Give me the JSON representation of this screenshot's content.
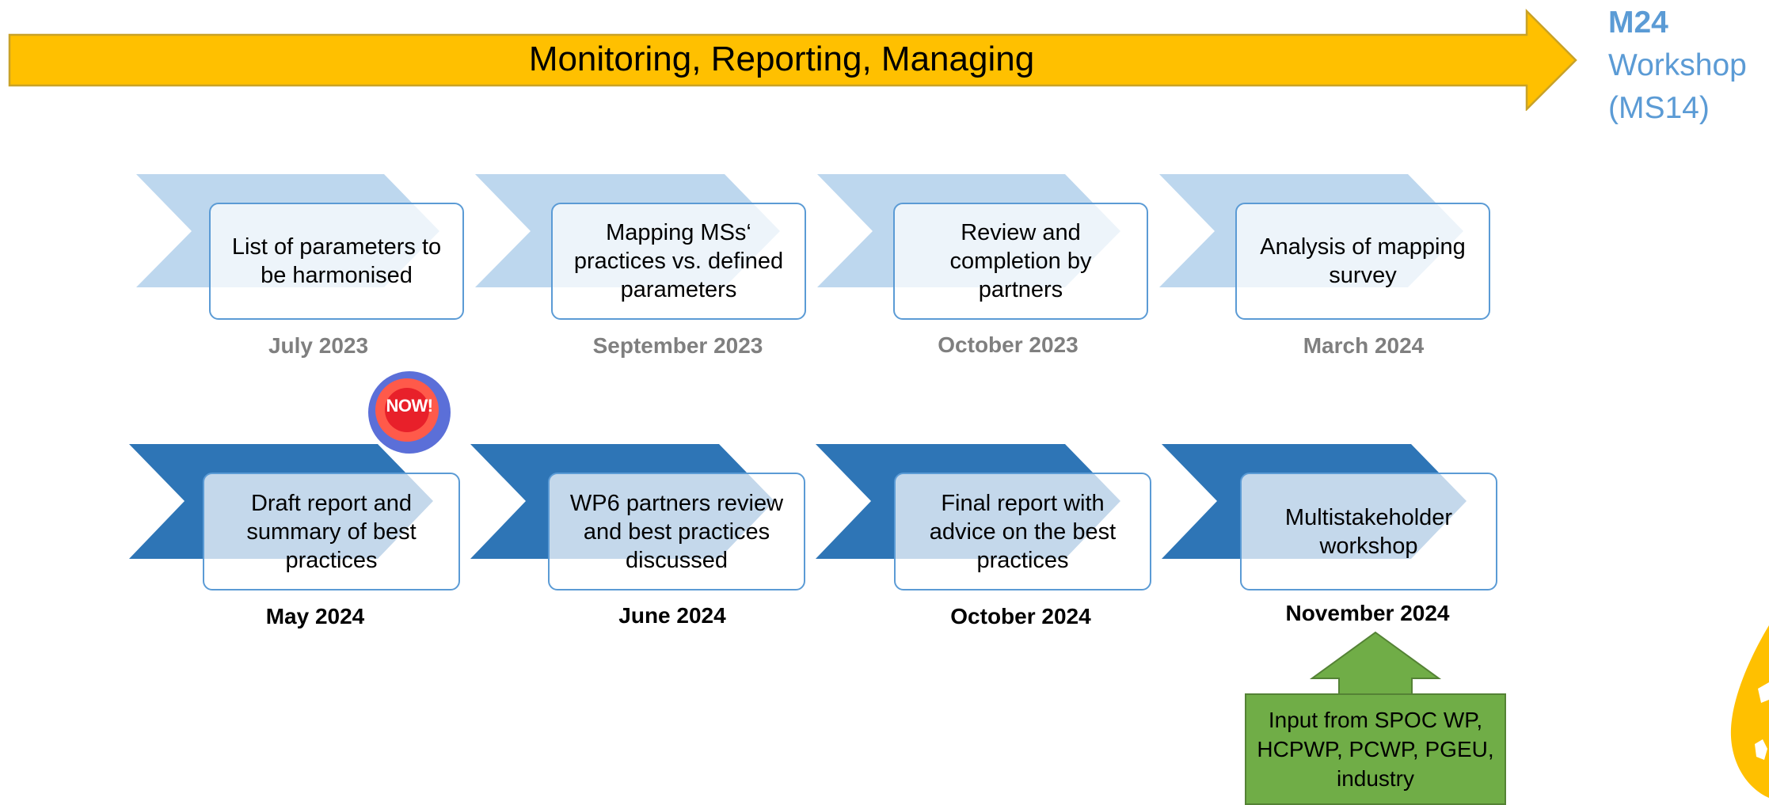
{
  "banner": {
    "label": "Monitoring, Reporting, Managing"
  },
  "milestone": {
    "line1": "M24",
    "line2": "Workshop",
    "line3": "(MS14)"
  },
  "badge": {
    "text": "NOW!"
  },
  "row1": [
    {
      "text": "List of parameters to be harmonised",
      "date": "July 2023"
    },
    {
      "text": "Mapping MSs‘ practices vs. defined parameters",
      "date": "September 2023"
    },
    {
      "text": "Review and completion by partners",
      "date": "October 2023"
    },
    {
      "text": "Analysis of mapping survey",
      "date": "March 2024"
    }
  ],
  "row2": [
    {
      "text": "Draft report and summary of best practices",
      "date": "May 2024"
    },
    {
      "text": "WP6 partners review and best practices discussed",
      "date": "June 2024"
    },
    {
      "text": "Final report with advice on the best practices",
      "date": "October 2024"
    },
    {
      "text": "Multistakeholder workshop",
      "date": "November 2024"
    }
  ],
  "input_box": {
    "text": "Input from SPOC WP, HCPWP, PCWP, PGEU, industry"
  },
  "colors": {
    "banner": "#ffc000",
    "banner_border": "#c9a227",
    "chevron_light": "#bdd7ee",
    "chevron_dark": "#2e75b6",
    "box_border": "#5b9bd5",
    "milestone_text": "#5b9bd5",
    "green": "#70ad47"
  }
}
